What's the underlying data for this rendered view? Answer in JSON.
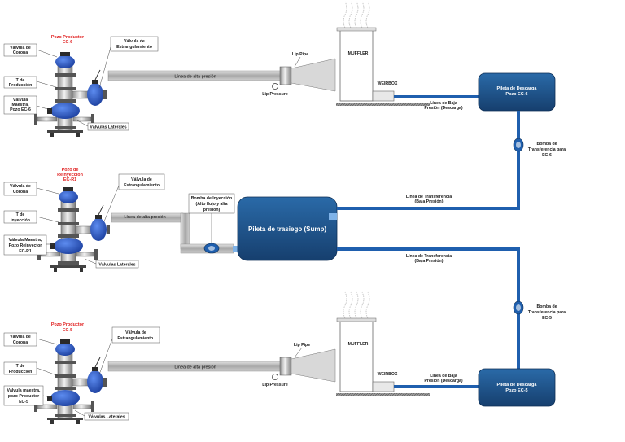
{
  "colors": {
    "pipe_blue": "#1f5fae",
    "tank_blue": "#1d4f86",
    "valve_blue": "#2456c4",
    "gray_pipe": "#b9b9b9",
    "red_label": "#e01e1e"
  },
  "top_well": {
    "title": "Pozo Productor",
    "subtitle": "EC-6",
    "corona": [
      "Válvula de",
      "Corona"
    ],
    "tee": [
      "T de",
      "Producción"
    ],
    "master": [
      "Válvula",
      "Maestra,",
      "Pozo EC-6"
    ],
    "choke": [
      "Válvula de",
      "Estrangulamiento"
    ],
    "laterales": "Válvulas Laterales",
    "line_label": "Línea de alta presión",
    "lip_pipe": "Lip Pipe",
    "lip_pressure": "Lip Pressure",
    "muffler": "MUFFLER",
    "weirbox": "WEIRBOX",
    "low_line": [
      "Línea de Baja",
      "Presión (Descarga)"
    ],
    "tank": [
      "Pileta de Descarga",
      "Pozo EC-6"
    ],
    "pump": [
      "Bomba de",
      "Transferencia para",
      "EC-6"
    ]
  },
  "middle_well": {
    "title": "Pozo de",
    "subtitle": "Reinyección",
    "subtitle2": "EC-R1",
    "corona": [
      "Válvula de",
      "Corona"
    ],
    "tee": [
      "T de",
      "Inyección"
    ],
    "master": [
      "Válvula Maestra,",
      "Pozo Reinyector",
      "EC-R1"
    ],
    "choke": [
      "Válvula de",
      "Estrangulamiento"
    ],
    "laterales": "Válvulas Laterales",
    "line_label": "Línea de alta presión",
    "injection_pump": [
      "Bomba de Inyección",
      "(Alto flujo y alta",
      "presión)"
    ],
    "sump": "Pileta de trasiego (Sump)",
    "transfer_upper": [
      "Línea de Transferencia",
      "(Baja Presión)"
    ],
    "transfer_lower": [
      "Línea de Transferencia",
      "(Baja Presión)"
    ]
  },
  "bottom_well": {
    "title": "Pozo Productor",
    "subtitle": "EC-5",
    "corona": [
      "Válvula de",
      "Corona"
    ],
    "tee": [
      "T de",
      "Producción"
    ],
    "master": [
      "Válvula maestra,",
      "pozo Productor",
      "EC-5"
    ],
    "choke": [
      "Válvula de",
      "Estrangulamiento."
    ],
    "laterales": "Válvulas Laterales",
    "line_label": "Línea de alta presión",
    "lip_pipe": "Lip Pipe",
    "lip_pressure": "Lip Pressure",
    "muffler": "MUFFLER",
    "weirbox": "WEIRBOX",
    "low_line": [
      "Línea de Baja",
      "Presión (Descarga)"
    ],
    "tank": [
      "Pileta de Descarga",
      "Pozo EC-5"
    ],
    "pump": [
      "Bomba de",
      "Transferencia para",
      "EC-5"
    ]
  }
}
